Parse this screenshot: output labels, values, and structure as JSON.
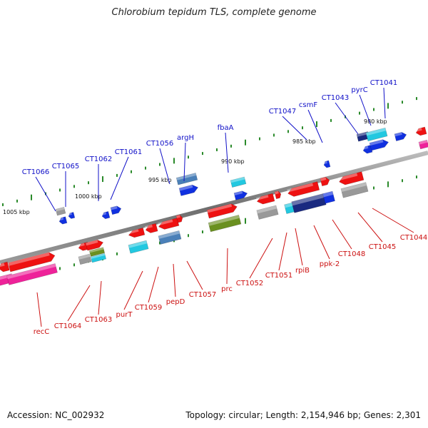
{
  "title": "Chlorobium tepidum TLS, complete genome",
  "footer": {
    "accession": "Accession: NC_002932",
    "topology": "Topology: circular; Length: 2,154,946 bp; Genes: 2,301"
  },
  "scale_labels": [
    "1005 kbp",
    "1000 kbp",
    "995 kbp",
    "990 kbp",
    "985 kbp",
    "980 kbp"
  ],
  "top_labels": [
    "CT1066",
    "CT1065",
    "CT1062",
    "CT1061",
    "CT1056",
    "argH",
    "fbaA",
    "CT1047",
    "csmF",
    "CT1043",
    "pyrC",
    "CT1041"
  ],
  "bottom_labels": [
    "recC",
    "CT1064",
    "CT1063",
    "purT",
    "CT1059",
    "pepD",
    "CT1057",
    "prc",
    "CT1052",
    "CT1051",
    "rpiB",
    "ppk-2",
    "CT1048",
    "CT1045",
    "CT1044"
  ],
  "colors": {
    "label_top": "#1010c8",
    "label_bottom": "#cc1010",
    "tick": "#2a8a2a",
    "backbone": "#8a8a8a",
    "gene_red": "#ee1111",
    "gene_blue": "#1030e0",
    "gene_cyan": "#22c8e0",
    "gene_pink": "#ee2299",
    "gene_gray": "#999999",
    "gene_olive": "#6a9020",
    "gene_steel": "#4a80b8",
    "gene_navy": "#1a2a80"
  }
}
